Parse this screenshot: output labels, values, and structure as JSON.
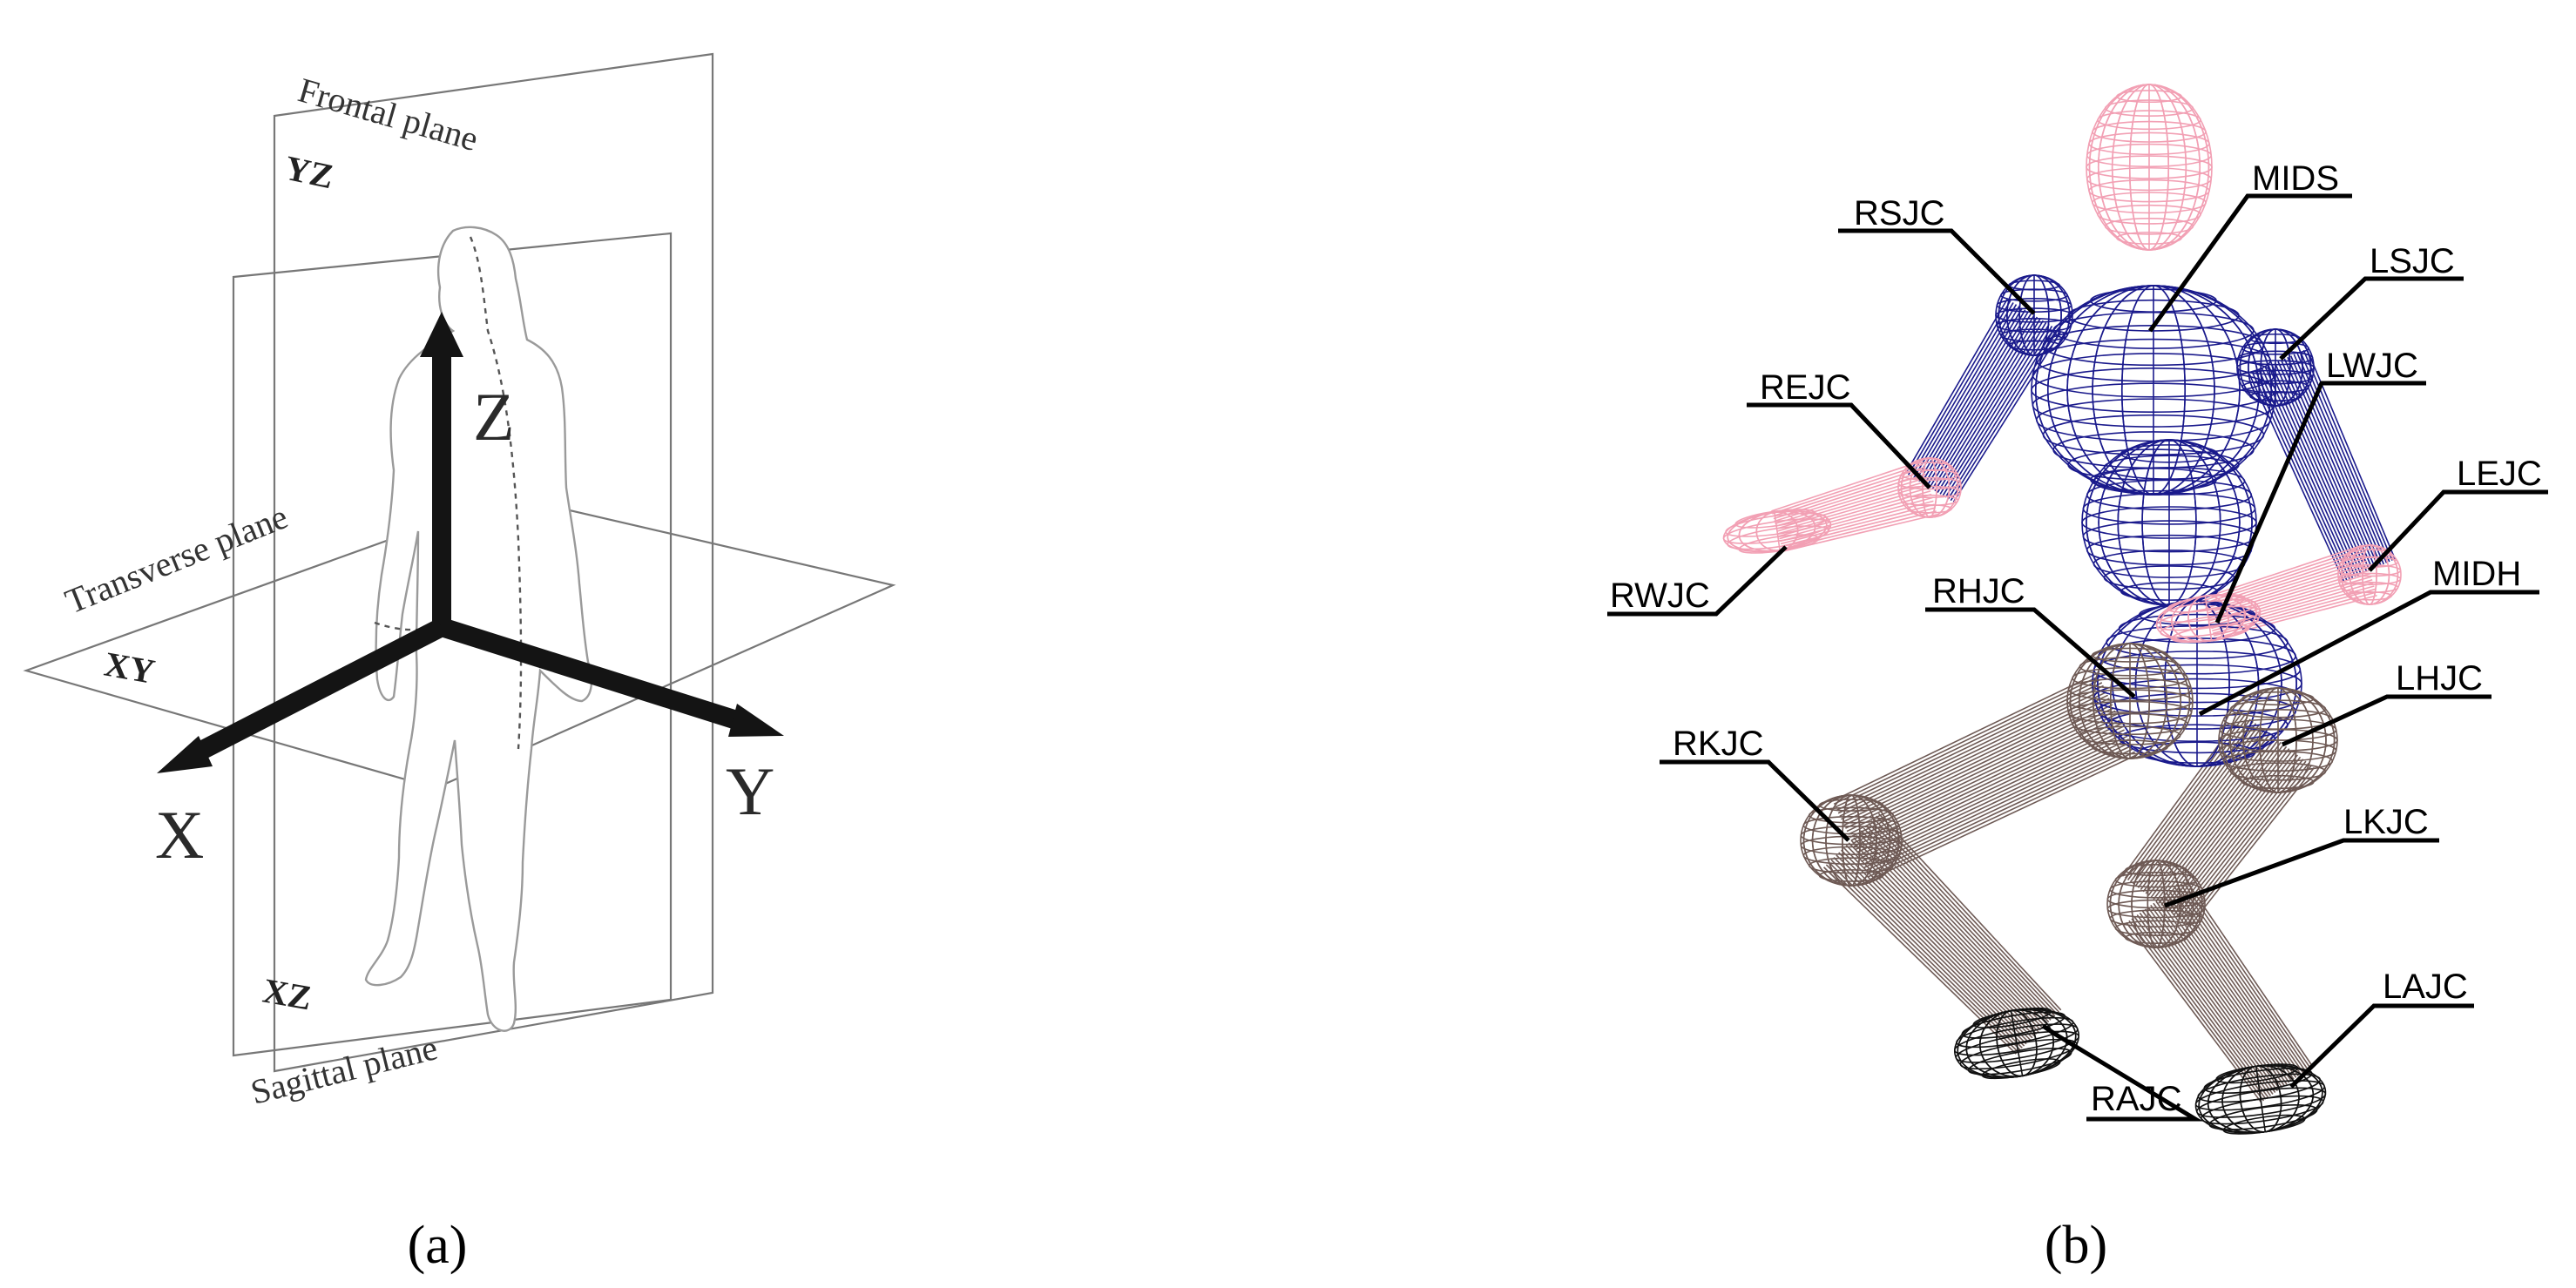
{
  "panel_a": {
    "caption": "(a)",
    "planes": {
      "frontal": "Frontal plane",
      "transverse": "Transverse plane",
      "sagittal": "Sagittal plane"
    },
    "plane_codes": {
      "yz": "YZ",
      "xy": "XY",
      "xz": "XZ"
    },
    "axes": {
      "x": "X",
      "y": "Y",
      "z": "Z"
    }
  },
  "panel_b": {
    "caption": "(b)",
    "colors": {
      "trunk": "#1a1a8c",
      "forearm": "#f2a0b4",
      "leg": "#6e5a55",
      "foot": "#111111"
    },
    "joints": {
      "rsjc": "RSJC",
      "mids": "MIDS",
      "lsjc": "LSJC",
      "lwjc": "LWJC",
      "rejc": "REJC",
      "lejc": "LEJC",
      "rwjc": "RWJC",
      "rhjc": "RHJC",
      "midh": "MIDH",
      "lhjc": "LHJC",
      "rkjc": "RKJC",
      "lkjc": "LKJC",
      "lajc": "LAJC",
      "rajc": "RAJC"
    }
  }
}
